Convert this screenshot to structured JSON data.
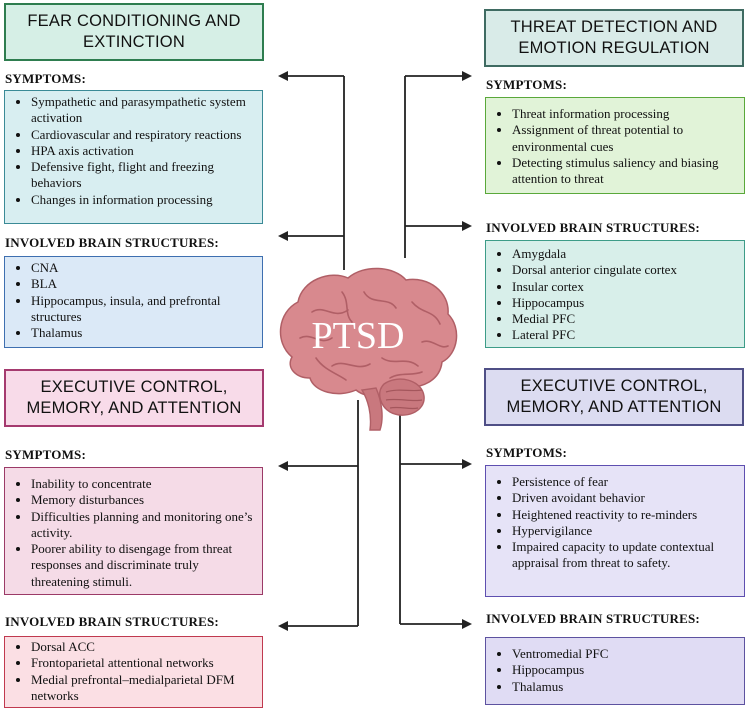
{
  "center_label": "PTSD",
  "panels": {
    "top_left": {
      "title": "FEAR CONDITIONING AND EXTINCTION",
      "symptoms_label": "SYMPTOMS:",
      "symptoms": [
        "Sympathetic and parasympathetic system activation",
        "Cardiovascular and respiratory reactions",
        "HPA axis activation",
        "Defensive fight, flight and freezing behaviors",
        "Changes in information processing"
      ],
      "structures_label": "INVOLVED BRAIN STRUCTURES:",
      "structures": [
        "CNA",
        "BLA",
        "Hippocampus, insula, and prefrontal structures",
        "Thalamus"
      ]
    },
    "top_right": {
      "title": "THREAT DETECTION AND EMOTION REGULATION",
      "symptoms_label": "SYMPTOMS:",
      "symptoms": [
        "Threat information processing",
        "Assignment of threat potential to environmental cues",
        "Detecting stimulus saliency and biasing attention to threat"
      ],
      "structures_label": "INVOLVED BRAIN STRUCTURES:",
      "structures": [
        "Amygdala",
        "Dorsal anterior cingulate cortex",
        "Insular cortex",
        "Hippocampus",
        "Medial PFC",
        "Lateral PFC"
      ]
    },
    "bottom_left": {
      "title": "EXECUTIVE CONTROL, MEMORY, AND ATTENTION",
      "symptoms_label": "SYMPTOMS:",
      "symptoms": [
        "Inability to concentrate",
        "Memory disturbances",
        "Difficulties planning and monitoring one’s activity.",
        "Poorer ability to disengage from threat responses and discriminate truly threatening stimuli."
      ],
      "structures_label": "INVOLVED BRAIN STRUCTURES:",
      "structures": [
        "Dorsal ACC",
        "Frontoparietal attentional networks",
        "Medial prefrontal–medialparietal DFM networks"
      ]
    },
    "bottom_right": {
      "title": "EXECUTIVE CONTROL, MEMORY, AND ATTENTION",
      "symptoms_label": "SYMPTOMS:",
      "symptoms": [
        "Persistence of fear",
        "Driven avoidant behavior",
        "Heightened reactivity to re-minders",
        "Hypervigilance",
        "Impaired capacity to update contextual appraisal from threat to safety."
      ],
      "structures_label": "INVOLVED BRAIN STRUCTURES:",
      "structures": [
        "Ventromedial PFC",
        "Hippocampus",
        "Thalamus"
      ]
    }
  },
  "colors": {
    "top_left_title_bg": "#d6efe6",
    "top_left_title_border": "#2e7d4f",
    "top_left_symptoms_bg": "#d8eef1",
    "top_left_symptoms_border": "#3a8a96",
    "top_left_structures_bg": "#dbe9f7",
    "top_left_structures_border": "#3e6fb0",
    "top_right_title_bg": "#d9ebe8",
    "top_right_title_border": "#3f6b62",
    "top_right_symptoms_bg": "#e1f3d8",
    "top_right_symptoms_border": "#5aa83a",
    "top_right_structures_bg": "#d8efea",
    "top_right_structures_border": "#3d9c88",
    "bottom_left_title_bg": "#f8dbe9",
    "bottom_left_title_border": "#a53a6f",
    "bottom_left_symptoms_bg": "#f5dbe7",
    "bottom_left_symptoms_border": "#9b3a67",
    "bottom_left_structures_bg": "#fbdfe4",
    "bottom_left_structures_border": "#c0394f",
    "bottom_right_title_bg": "#dcdcf1",
    "bottom_right_title_border": "#4f4f86",
    "bottom_right_symptoms_bg": "#e6e3f7",
    "bottom_right_symptoms_border": "#5e4fb0",
    "bottom_right_structures_bg": "#e0dcf4",
    "bottom_right_structures_border": "#5d52a0",
    "brain_fill": "#d8898e",
    "brain_dark": "#b05f66"
  }
}
